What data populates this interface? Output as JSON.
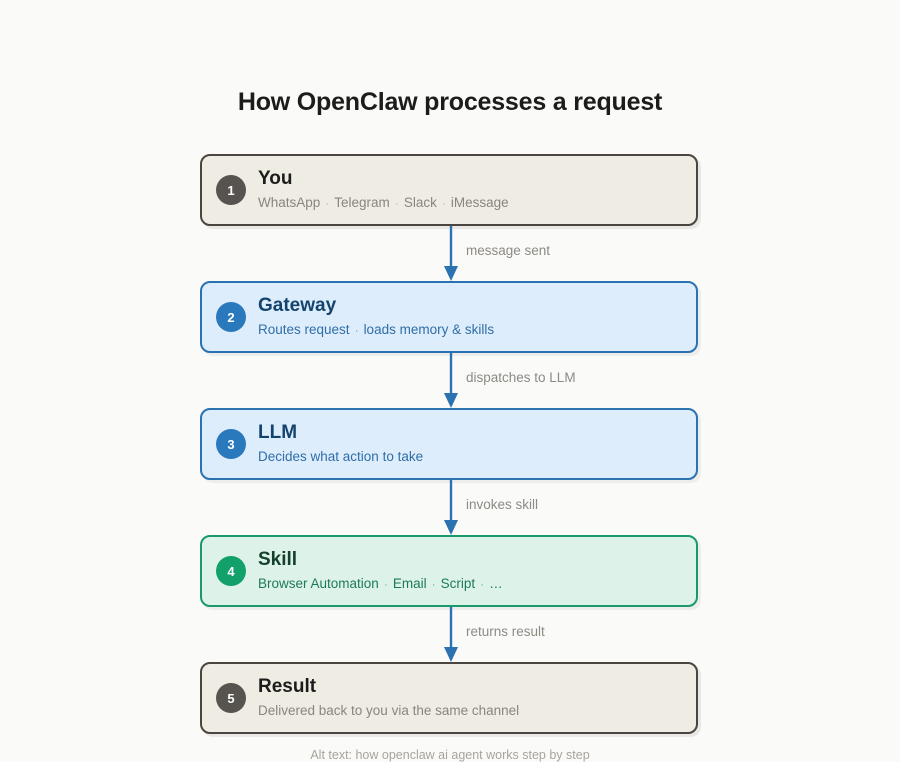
{
  "page": {
    "title": "How OpenClaw processes a request",
    "background_color": "#fafaf8",
    "footer_note": "Alt text: how openclaw ai agent works step by step"
  },
  "colors": {
    "neutral_border": "#4a453f",
    "neutral_fill": "#efece4",
    "neutral_badge": "#575450",
    "blue_border": "#2b72b0",
    "blue_fill": "#deedfb",
    "blue_badge": "#2b79bd",
    "blue_text": "#14446e",
    "green_border": "#1a9a69",
    "green_fill": "#ddf3e9",
    "green_badge": "#12a06b",
    "green_text": "#14402c",
    "arrow": "#2b72b0",
    "edge_label_text": "#8d8a84"
  },
  "chart_data": {
    "type": "diagram",
    "title": "How OpenClaw processes a request",
    "orientation": "vertical-top-to-bottom",
    "node_count": 5,
    "edge_count": 4
  },
  "flow": {
    "nodes": [
      {
        "number": "1",
        "title": "You",
        "subtitle_parts": [
          "WhatsApp",
          "Telegram",
          "Slack",
          "iMessage"
        ],
        "subtitle": "WhatsApp · Telegram · Slack · iMessage",
        "theme": "neutral"
      },
      {
        "number": "2",
        "title": "Gateway",
        "subtitle_parts": [
          "Routes request",
          "loads memory & skills"
        ],
        "subtitle": "Routes request · loads memory & skills",
        "theme": "blue"
      },
      {
        "number": "3",
        "title": "LLM",
        "subtitle_parts": [
          "Decides what action to take"
        ],
        "subtitle": "Decides what action to take",
        "theme": "blue"
      },
      {
        "number": "4",
        "title": "Skill",
        "subtitle_parts": [
          "Browser Automation",
          "Email",
          "Script",
          "…"
        ],
        "subtitle": "Browser Automation · Email · Script · …",
        "theme": "green"
      },
      {
        "number": "5",
        "title": "Result",
        "subtitle_parts": [
          "Delivered back to you via the same channel"
        ],
        "subtitle": "Delivered back to you via the same channel",
        "theme": "neutral"
      }
    ],
    "edges": [
      {
        "label": "message sent"
      },
      {
        "label": "dispatches to LLM"
      },
      {
        "label": "invokes skill"
      },
      {
        "label": "returns result"
      }
    ]
  }
}
